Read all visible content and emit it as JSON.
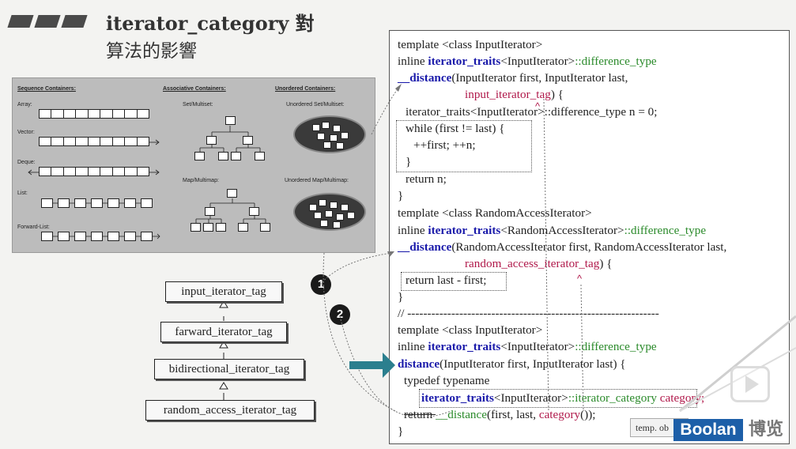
{
  "title": "iterator_category 對",
  "subtitle": "算法的影響",
  "containers": {
    "sequence_heading": "Sequence Containers:",
    "associative_heading": "Associative Containers:",
    "unordered_heading": "Unordered Containers:",
    "array": "Array:",
    "vector": "Vector:",
    "deque": "Deque:",
    "list": "List:",
    "forward_list": "Forward-List:",
    "set_multiset": "Set/Multiset:",
    "map_multimap": "Map/Multimap:",
    "unordered_set": "Unordered Set/Multiset:",
    "unordered_map": "Unordered Map/Multimap:"
  },
  "tags": {
    "input": "input_iterator_tag",
    "forward": "farward_iterator_tag",
    "bidirectional": "bidirectional_iterator_tag",
    "random_access": "random_access_iterator_tag"
  },
  "badges": {
    "one": "1",
    "two": "2"
  },
  "code": {
    "l1": "template <class InputIterator>",
    "l2_a": "inline ",
    "l2_b": "iterator_traits",
    "l2_c": "<InputIterator>",
    "l2_d": "::difference_type",
    "l3_a": "__distance",
    "l3_b": "(InputIterator first, InputIterator last,",
    "l4_a": "input_iterator_tag",
    "l4_b": ") {",
    "l5": "iterator_traits<InputIterator>::difference_type n = 0;",
    "l6": "while (first != last) {",
    "l7": "++first; ++n;",
    "l8": "}",
    "l9": "return n;",
    "l10": "}",
    "l11": "template <class RandomAccessIterator>",
    "l12_a": "inline ",
    "l12_b": "iterator_traits",
    "l12_c": "<RandomAccessIterator>",
    "l12_d": "::difference_type",
    "l13_a": "__distance",
    "l13_b": "(RandomAccessIterator first, RandomAccessIterator last,",
    "l14_a": "random_access_iterator_tag",
    "l14_b": ") {",
    "l15": "return last - first;",
    "l16": "}",
    "l17": "// ---------------------------------------------------------------",
    "l18": "template <class InputIterator>",
    "l19_a": "inline ",
    "l19_b": "iterator_traits",
    "l19_c": "<InputIterator>",
    "l19_d": "::difference_type",
    "l20_a": "distance",
    "l20_b": "(InputIterator first, InputIterator last) {",
    "l21": "typedef typename",
    "l22_a": "iterator_traits",
    "l22_b": "<InputIterator>",
    "l22_c": "::iterator_category",
    "l22_d": " category;",
    "l23_a": "return ",
    "l23_b": "__distance",
    "l23_c": "(first, last, ",
    "l23_d": "category",
    "l23_e": "());",
    "l24": "}",
    "caret": "^"
  },
  "note": "temp. ob",
  "brand": {
    "logo": "Boolan",
    "chinese": "博览"
  },
  "colors": {
    "keyword": "#1a1aaa",
    "type_member": "#2a8a2a",
    "tag": "#b0184a",
    "arrow": "#2b7f8e",
    "brand": "#1d5fa8"
  }
}
